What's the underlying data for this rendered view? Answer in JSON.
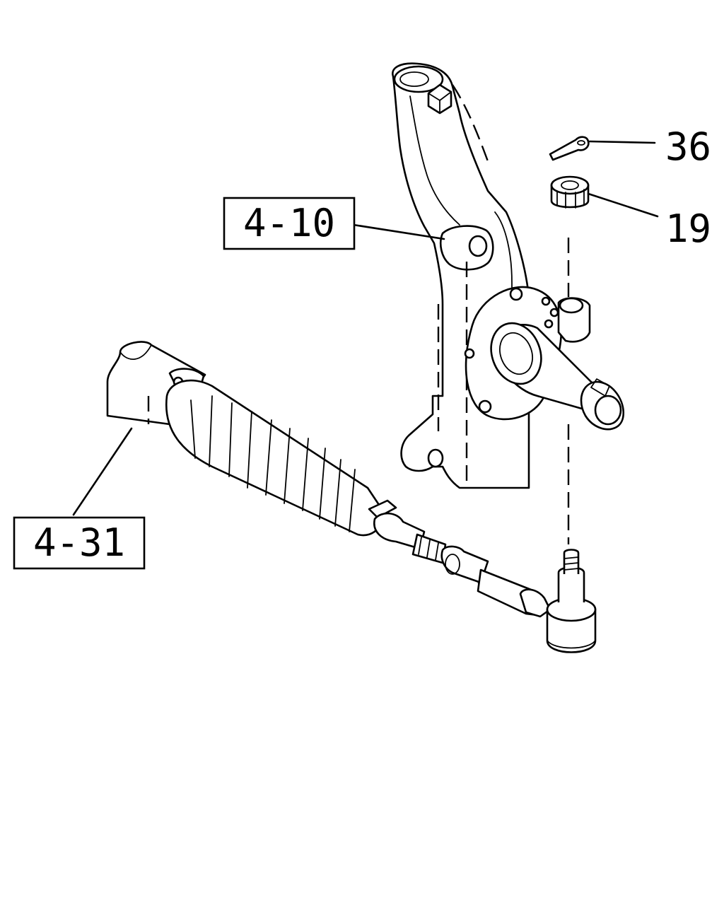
{
  "diagram": {
    "callouts": {
      "knuckle_ref": "4-10",
      "rack_boot_ref": "4-31",
      "cotter_pin": "36",
      "castle_nut": "19"
    }
  }
}
